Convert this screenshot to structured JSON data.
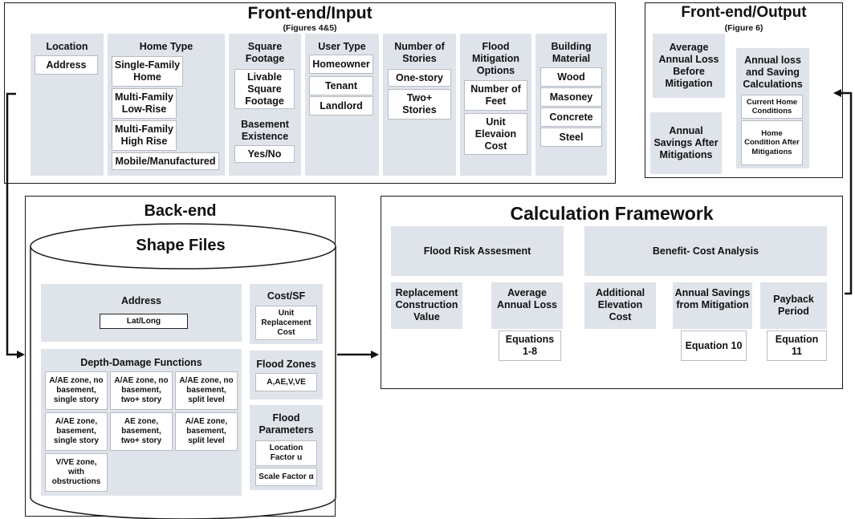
{
  "front_input": {
    "title": "Front-end/Input",
    "subtitle": "(Figures 4&5)",
    "location": {
      "header": "Location",
      "items": [
        "Address"
      ]
    },
    "home_type": {
      "header": "Home Type",
      "items": [
        "Single-Family Home",
        "Multi-Family Low-Rise",
        "Multi-Family High Rise",
        "Mobile/Manufactured"
      ]
    },
    "square_footage": {
      "header": "Square Footage",
      "items": [
        "Livable Square Footage"
      ],
      "basement_header": "Basement Existence",
      "basement_items": [
        "Yes/No"
      ]
    },
    "user_type": {
      "header": "User Type",
      "items": [
        "Homeowner",
        "Tenant",
        "Landlord"
      ]
    },
    "stories": {
      "header": "Number of Stories",
      "items": [
        "One-story",
        "Two+ Stories"
      ]
    },
    "mitigation": {
      "header": "Flood Mitigation Options",
      "items": [
        "Number of Feet",
        "Unit Elevaion Cost"
      ]
    },
    "material": {
      "header": "Building Material",
      "items": [
        "Wood",
        "Masoney",
        "Concrete",
        "Steel"
      ]
    }
  },
  "front_output": {
    "title": "Front-end/Output",
    "subtitle": "(Figure 6)",
    "avg_loss": "Average Annual Loss Before Mitigation",
    "annual_savings": "Annual Savings After Mitigations",
    "calc_header": "Annual loss and Saving Calculations",
    "calc_items": [
      "Current Home Conditions",
      "Home Condition After Mitigations"
    ]
  },
  "backend": {
    "title": "Back-end",
    "shape_files": "Shape Files",
    "address": {
      "header": "Address",
      "item": "Lat/Long"
    },
    "depth_damage": {
      "header": "Depth-Damage Functions",
      "items": [
        "A/AE zone, no basement, single story",
        "A/AE zone, no basement, two+ story",
        "A/AE zone, no basement, split level",
        "A/AE zone, basement, single story",
        "AE zone, basement, two+ story",
        "A/AE zone, basement, split level",
        "V/VE zone, with obstructions"
      ]
    },
    "cost_sf": {
      "header": "Cost/SF",
      "item": "Unit Replacement Cost"
    },
    "flood_zones": {
      "header": "Flood Zones",
      "item": "A,AE,V,VE"
    },
    "flood_params": {
      "header": "Flood Parameters",
      "items": [
        "Location Factor u",
        "Scale Factor α"
      ]
    }
  },
  "calc_framework": {
    "title": "Calculation Framework",
    "risk": "Flood Risk Assesment",
    "bca": "Benefit- Cost Analysis",
    "replacement": "Replacement Construction Value",
    "avg_annual_loss": "Average Annual Loss",
    "additional_cost": "Additional Elevation Cost",
    "annual_savings": "Annual Savings from Mitigation",
    "payback": "Payback Period",
    "eq1": "Equations 1-8",
    "eq2": "Equation 10",
    "eq3": "Equation 11"
  }
}
